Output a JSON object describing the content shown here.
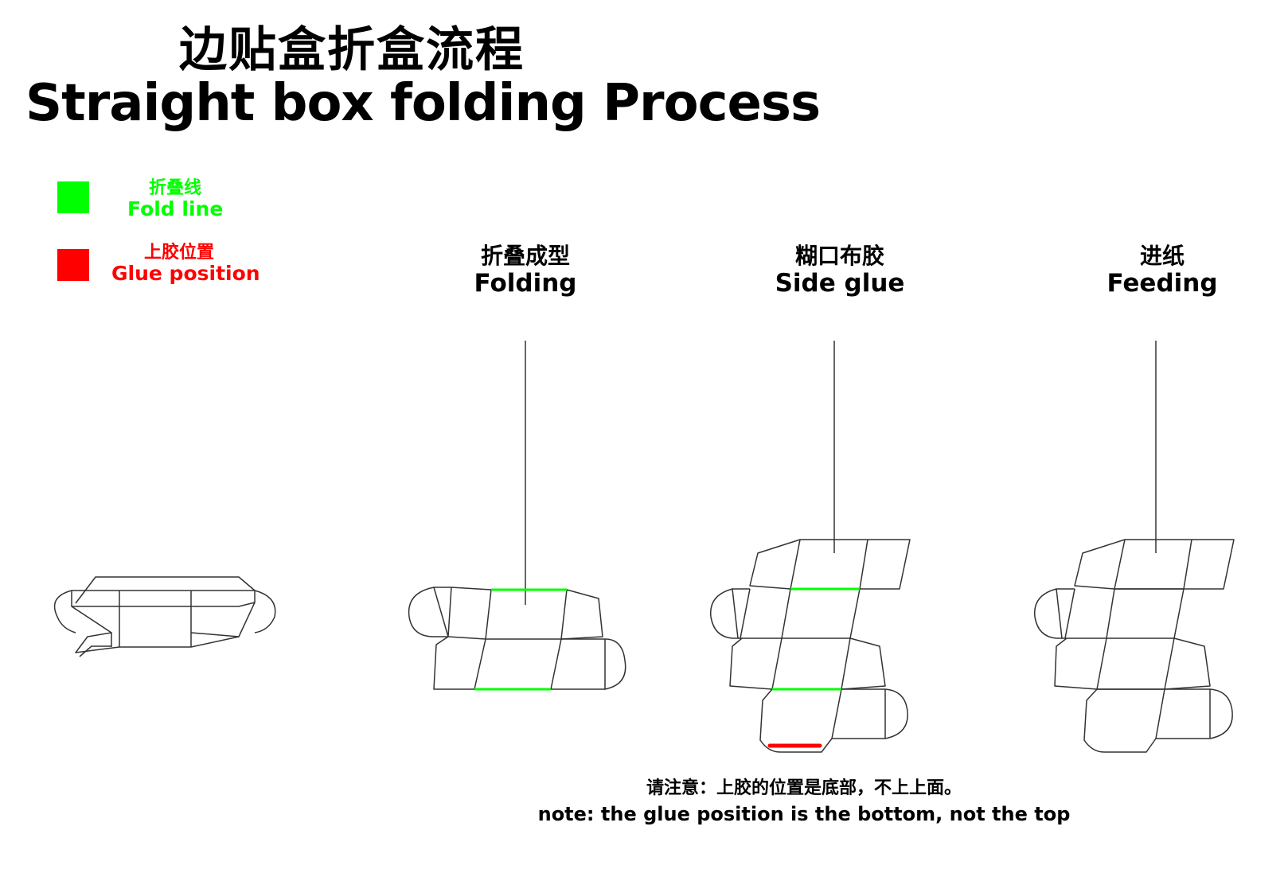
{
  "title": {
    "cn": "边贴盒折盒流程",
    "en": "Straight box folding Process"
  },
  "legend": {
    "fold": {
      "cn": "折叠线",
      "en": "Fold line",
      "color": "#00ff00"
    },
    "glue": {
      "cn": "上胶位置",
      "en": "Glue position",
      "color": "#ff0000"
    }
  },
  "steps": [
    {
      "cn": "折叠成型",
      "en": "Folding"
    },
    {
      "cn": "糊口布胶",
      "en": "Side glue"
    },
    {
      "cn": "进纸",
      "en": "Feeding"
    }
  ],
  "note": {
    "cn": "请注意：上胶的位置是底部，不上上面。",
    "en": "note: the glue position is the bottom, not the top"
  }
}
